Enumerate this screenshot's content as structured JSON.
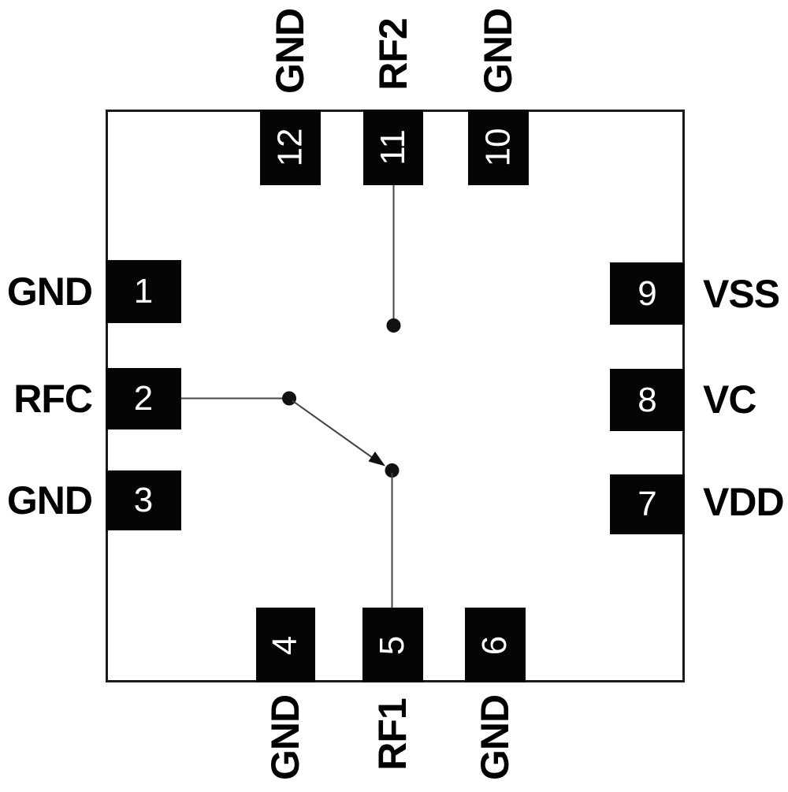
{
  "diagram": {
    "kind": "ic-pinout",
    "package_pin_count": 12
  },
  "pins": [
    {
      "number": "1",
      "name": "GND",
      "side": "left"
    },
    {
      "number": "2",
      "name": "RFC",
      "side": "left"
    },
    {
      "number": "3",
      "name": "GND",
      "side": "left"
    },
    {
      "number": "4",
      "name": "GND",
      "side": "bottom"
    },
    {
      "number": "5",
      "name": "RF1",
      "side": "bottom"
    },
    {
      "number": "6",
      "name": "GND",
      "side": "bottom"
    },
    {
      "number": "7",
      "name": "VDD",
      "side": "right"
    },
    {
      "number": "8",
      "name": "VC",
      "side": "right"
    },
    {
      "number": "9",
      "name": "VSS",
      "side": "right"
    },
    {
      "number": "10",
      "name": "GND",
      "side": "top"
    },
    {
      "number": "11",
      "name": "RF2",
      "side": "top"
    },
    {
      "number": "12",
      "name": "GND",
      "side": "top"
    }
  ],
  "switch_symbol": {
    "type": "SPDT",
    "common_pin": "RFC",
    "throw_pins": [
      "RF1",
      "RF2"
    ],
    "arrow_from": "RFC",
    "arrow_to": "RF1"
  },
  "colors": {
    "background": "#ffffff",
    "pad_fill": "#050505",
    "pad_number_text": "#ffffff",
    "label_text": "#000000",
    "outline": "#1a1a1a",
    "symbol_line": "#444444",
    "symbol_node": "#111111"
  }
}
